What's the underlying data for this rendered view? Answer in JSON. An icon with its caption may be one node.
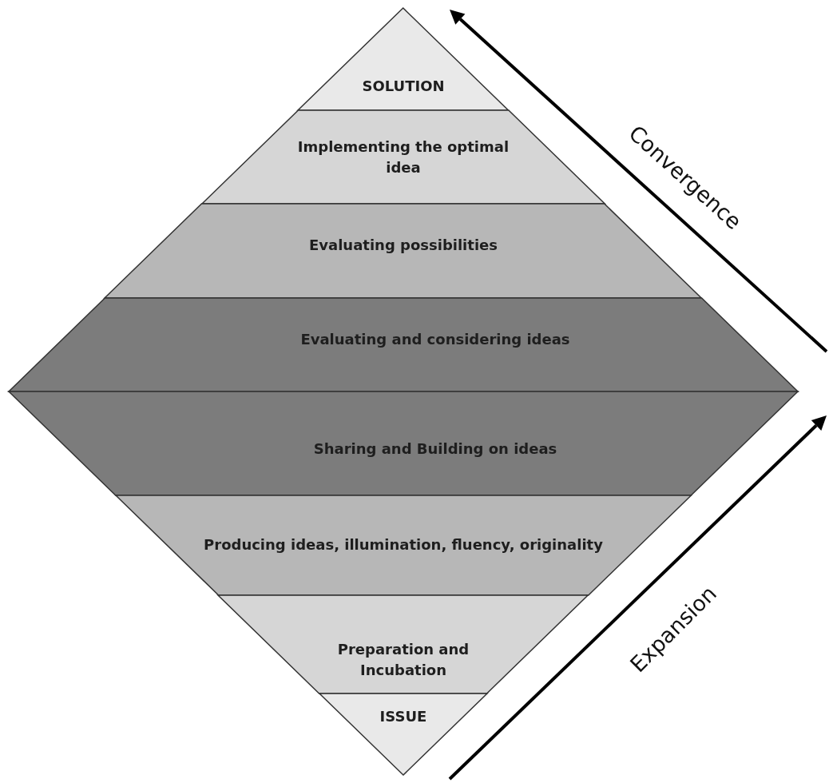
{
  "diagram": {
    "nodes": [
      {
        "text": [
          "SOLUTION"
        ]
      },
      {
        "text": [
          "Implementing the optimal idea"
        ]
      },
      {
        "text": [
          "Evaluating possibilities"
        ]
      },
      {
        "text": [
          "Evaluating and considering ideas"
        ]
      },
      {
        "text": [
          "Sharing and Building on ideas"
        ]
      },
      {
        "text": [
          "Producing ideas, illumination, fluency, originality"
        ]
      },
      {
        "text": [
          "Preparation and Incubation"
        ]
      },
      {
        "text": [
          "ISSUE"
        ]
      }
    ],
    "labels": [
      "Convergence",
      "Expansion"
    ]
  }
}
